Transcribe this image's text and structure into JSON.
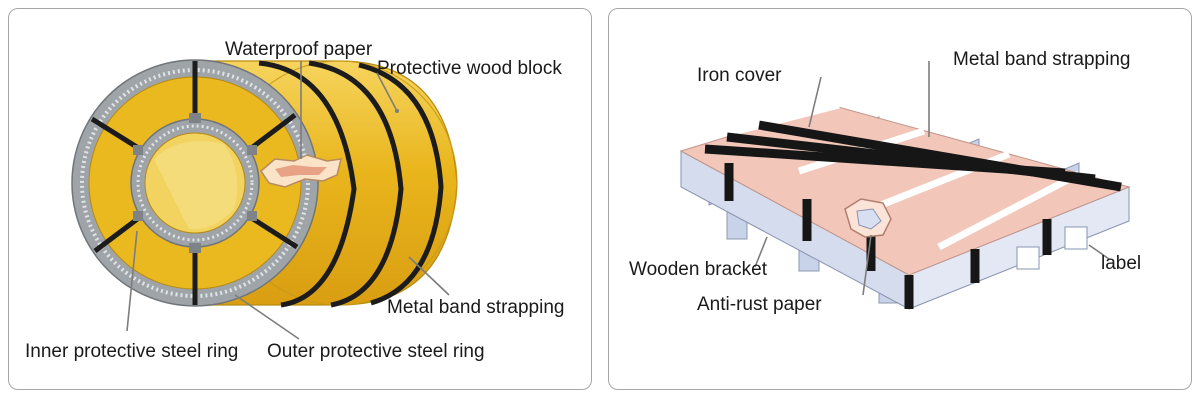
{
  "coil_diagram": {
    "labels": {
      "waterproof_paper": "Waterproof paper",
      "protective_wood_block": "Protective wood block",
      "metal_band_strapping": "Metal band strapping",
      "inner_ring": "Inner protective steel ring",
      "outer_ring": "Outer protective steel ring"
    }
  },
  "sheet_diagram": {
    "labels": {
      "iron_cover": "Iron cover",
      "metal_band_strapping": "Metal band strapping",
      "wooden_bracket": "Wooden bracket",
      "anti_rust_paper": "Anti-rust paper",
      "label": "label"
    }
  },
  "colors": {
    "coil_body": "#e9b51c",
    "coil_highlight": "#f6d45e",
    "steel_ring": "#9ea4a7",
    "strap": "#1c1c1c",
    "cover_pink": "#f2c6b9",
    "cover_blue": "#cfd8ec",
    "leader_line": "#7d7d7d"
  }
}
